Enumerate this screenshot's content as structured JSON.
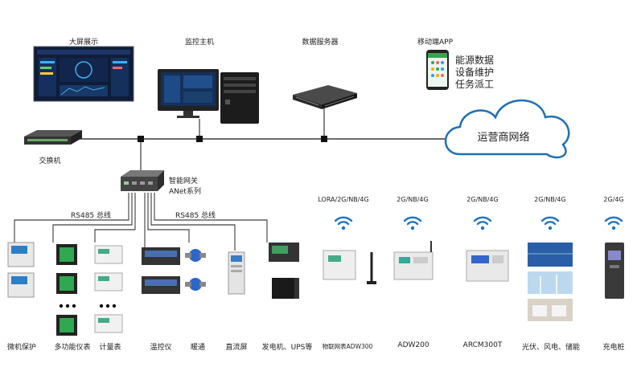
{
  "top": {
    "big_screen": "大屏展示",
    "monitor_host": "监控主机",
    "data_server": "数据服务器",
    "mobile_app": "移动端APP",
    "app_features": [
      "能源数据",
      "设备维护",
      "任务派工"
    ]
  },
  "network": {
    "switch": "交换机",
    "cloud": "运营商网络"
  },
  "gateway": {
    "name": "智能网关",
    "series": "ANet系列"
  },
  "bus": {
    "rs485_left": "RS485 总线",
    "rs485_right": "RS485 总线"
  },
  "wired_devices": [
    "微机保护",
    "多功能仪表",
    "计量表",
    "温控仪",
    "暖通",
    "直流屏",
    "发电机、UPS等"
  ],
  "wireless_devices": [
    {
      "protocol": "LORA/2G/NB/4G",
      "name": "物联网表ADW300"
    },
    {
      "protocol": "2G/NB/4G",
      "name": "ADW200"
    },
    {
      "protocol": "2G/NB/4G",
      "name": "ARCM300T"
    },
    {
      "protocol": "2G/NB/4G",
      "name": "光伏、风电、储能"
    },
    {
      "protocol": "2G/4G",
      "name": "充电桩"
    }
  ],
  "colors": {
    "line": "#111111",
    "cloud_stroke": "#1f6fb5",
    "wifi": "#1e73be",
    "meter_screen": "#2fa84f"
  }
}
